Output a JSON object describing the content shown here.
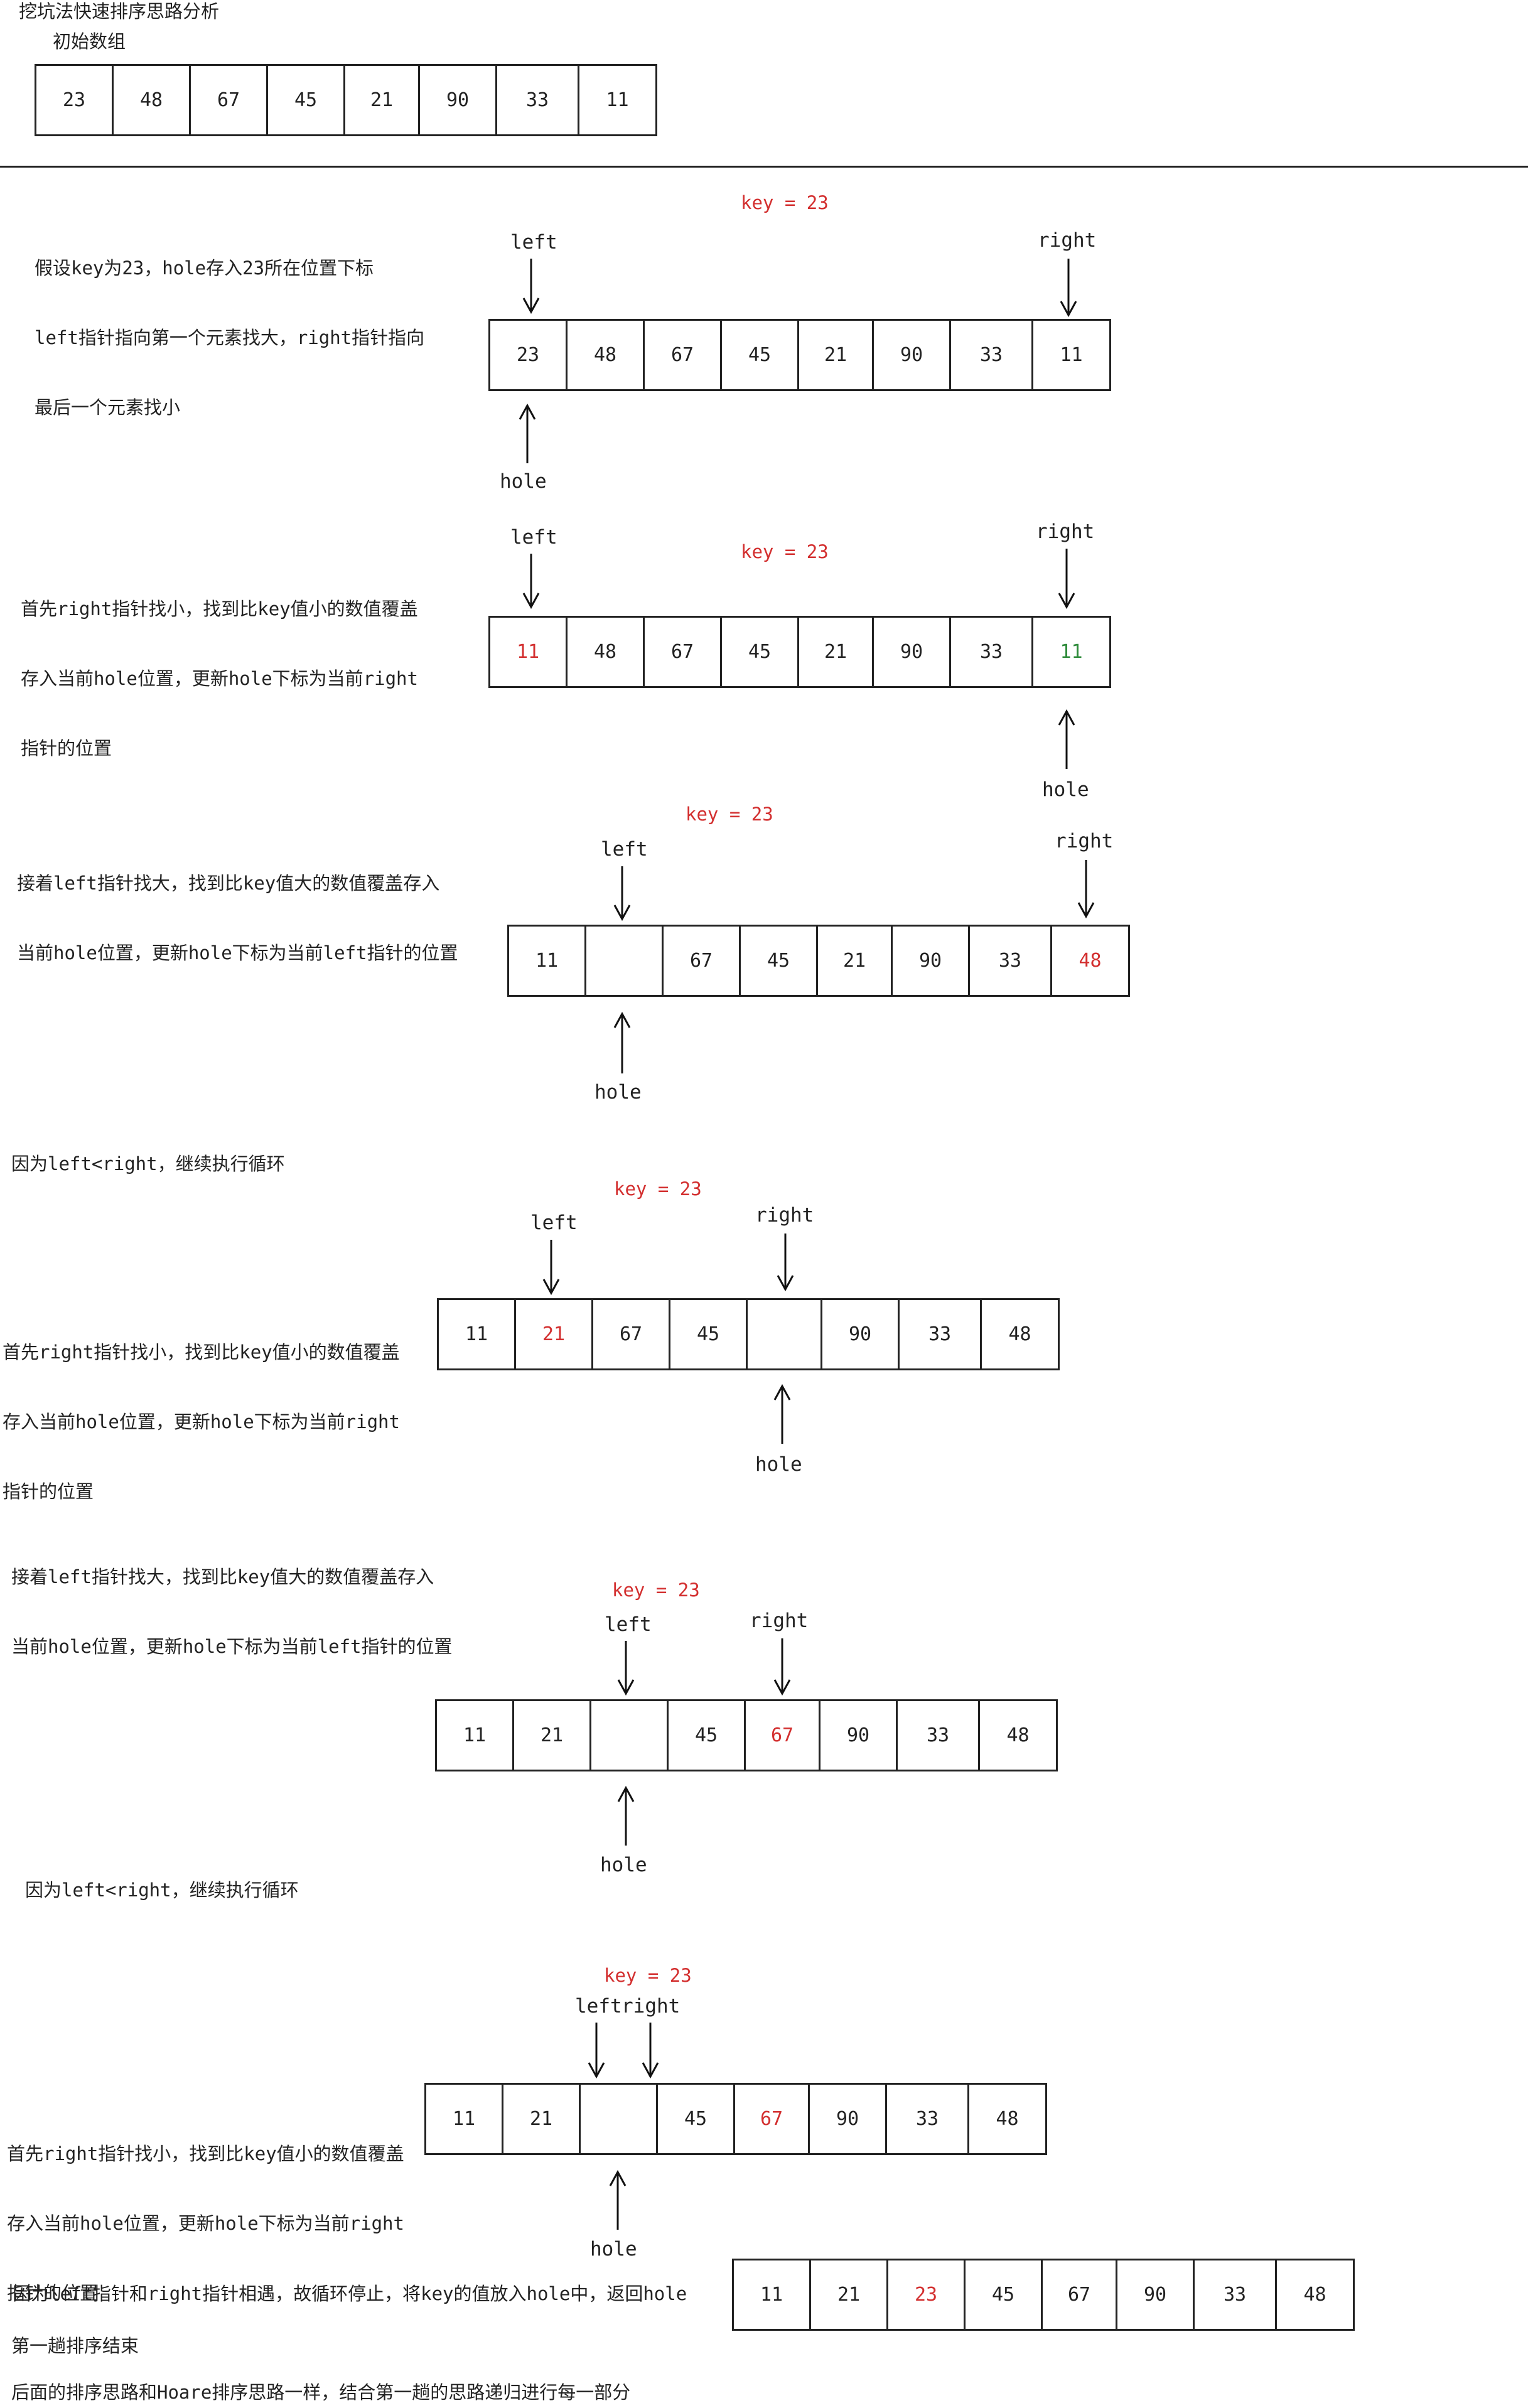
{
  "title": "挖坑法快速排序思路分析",
  "initial_label": "初始数组",
  "key_label": "key = 23",
  "left_label": "left",
  "right_label": "right",
  "hole_label": "hole",
  "colors": {
    "red": "#d32f2f",
    "green": "#2e8b3a"
  },
  "initial_array": [
    "23",
    "48",
    "67",
    "45",
    "21",
    "90",
    "33",
    "11"
  ],
  "steps": [
    {
      "desc": [
        "假设key为23，hole存入23所在位置下标",
        "left指针指向第一个元素找大，right指针指向",
        "最后一个元素找小"
      ],
      "cells": [
        "23",
        "48",
        "67",
        "45",
        "21",
        "90",
        "33",
        "11"
      ],
      "colors": [
        "",
        "",
        "",
        "",
        "",
        "",
        "",
        ""
      ]
    },
    {
      "desc": [
        "首先right指针找小，找到比key值小的数值覆盖",
        "存入当前hole位置，更新hole下标为当前right",
        "指针的位置"
      ],
      "cells": [
        "11",
        "48",
        "67",
        "45",
        "21",
        "90",
        "33",
        "11"
      ],
      "colors": [
        "red",
        "",
        "",
        "",
        "",
        "",
        "",
        "green"
      ]
    },
    {
      "desc": [
        "接着left指针找大，找到比key值大的数值覆盖存入",
        "当前hole位置，更新hole下标为当前left指针的位置"
      ],
      "cells": [
        "11",
        "",
        "67",
        "45",
        "21",
        "90",
        "33",
        "48"
      ],
      "colors": [
        "",
        "",
        "",
        "",
        "",
        "",
        "",
        "red"
      ]
    },
    {
      "note": "因为left<right，继续执行循环",
      "desc": [
        "首先right指针找小，找到比key值小的数值覆盖",
        "存入当前hole位置，更新hole下标为当前right",
        "指针的位置"
      ],
      "cells": [
        "11",
        "21",
        "67",
        "45",
        "",
        "90",
        "33",
        "48"
      ],
      "colors": [
        "",
        "red",
        "",
        "",
        "",
        "",
        "",
        ""
      ]
    },
    {
      "desc": [
        "接着left指针找大，找到比key值大的数值覆盖存入",
        "当前hole位置，更新hole下标为当前left指针的位置"
      ],
      "cells": [
        "11",
        "21",
        "",
        "45",
        "67",
        "90",
        "33",
        "48"
      ],
      "colors": [
        "",
        "",
        "",
        "",
        "red",
        "",
        "",
        ""
      ]
    },
    {
      "note": "因为left<right，继续执行循环",
      "desc": [
        "首先right指针找小，找到比key值小的数值覆盖",
        "存入当前hole位置，更新hole下标为当前right",
        "指针的位置"
      ],
      "cells": [
        "11",
        "21",
        "",
        "45",
        "67",
        "90",
        "33",
        "48"
      ],
      "colors": [
        "",
        "",
        "",
        "",
        "red",
        "",
        "",
        ""
      ]
    }
  ],
  "final": {
    "desc": "因为left指针和right指针相遇，故循环停止，将key的值放入hole中，返回hole",
    "cells": [
      "11",
      "21",
      "23",
      "45",
      "67",
      "90",
      "33",
      "48"
    ],
    "colors": [
      "",
      "",
      "red",
      "",
      "",
      "",
      "",
      ""
    ]
  },
  "end_text": "第一趟排序结束",
  "footer_text": "后面的排序思路和Hoare排序思路一样，结合第一趟的思路递归进行每一部分"
}
